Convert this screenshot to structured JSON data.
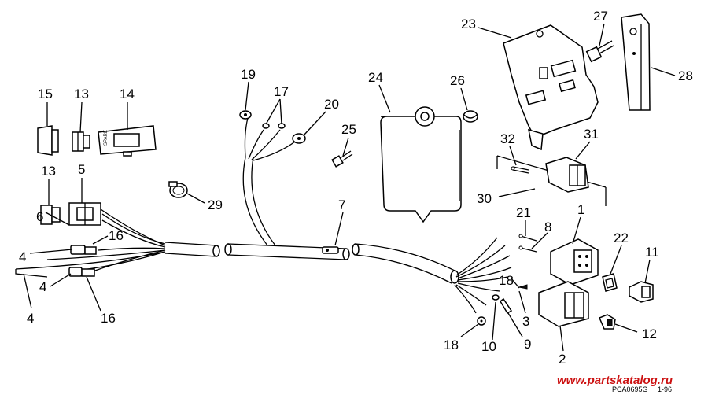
{
  "callouts": {
    "n1": "1",
    "n2": "2",
    "n3": "3",
    "n4a": "4",
    "n4b": "4",
    "n4c": "4",
    "n5": "5",
    "n6": "6",
    "n7": "7",
    "n8": "8",
    "n9": "9",
    "n10": "10",
    "n11": "11",
    "n12": "12",
    "n13a": "13",
    "n13b": "13",
    "n14": "14",
    "n15": "15",
    "n16a": "16",
    "n16b": "16",
    "n17": "17",
    "n18a": "18",
    "n18b": "18",
    "n19": "19",
    "n20": "20",
    "n21": "21",
    "n22": "22",
    "n23": "23",
    "n24": "24",
    "n25": "25",
    "n26": "26",
    "n27": "27",
    "n28": "28",
    "n29": "29",
    "n30": "30",
    "n31": "31",
    "n32": "32"
  },
  "footer": {
    "watermark": "www.partskatalog.ru",
    "catalog_code": "PCA0695G",
    "date_code": "1-96"
  },
  "part_markings": {
    "spare_label": "SPARE"
  }
}
